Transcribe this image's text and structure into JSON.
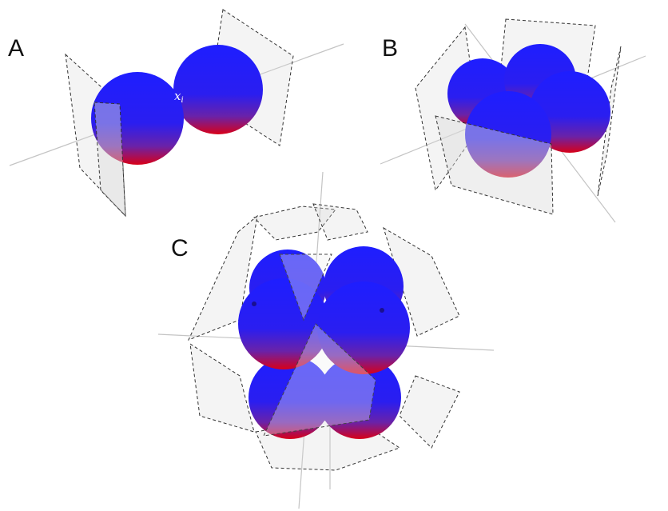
{
  "panels": {
    "a": {
      "label": "A",
      "annotation_main": "x",
      "annotation_sub": "i"
    },
    "b": {
      "label": "B"
    },
    "c": {
      "label": "C"
    }
  },
  "colors": {
    "sphere_top": "#1a1aff",
    "sphere_mid": "#3a1fd0",
    "sphere_bottom": "#cc0020",
    "plane_fill": "#d6d6d6",
    "plane_edge": "#333333",
    "axis_line": "#c4c4c4"
  }
}
